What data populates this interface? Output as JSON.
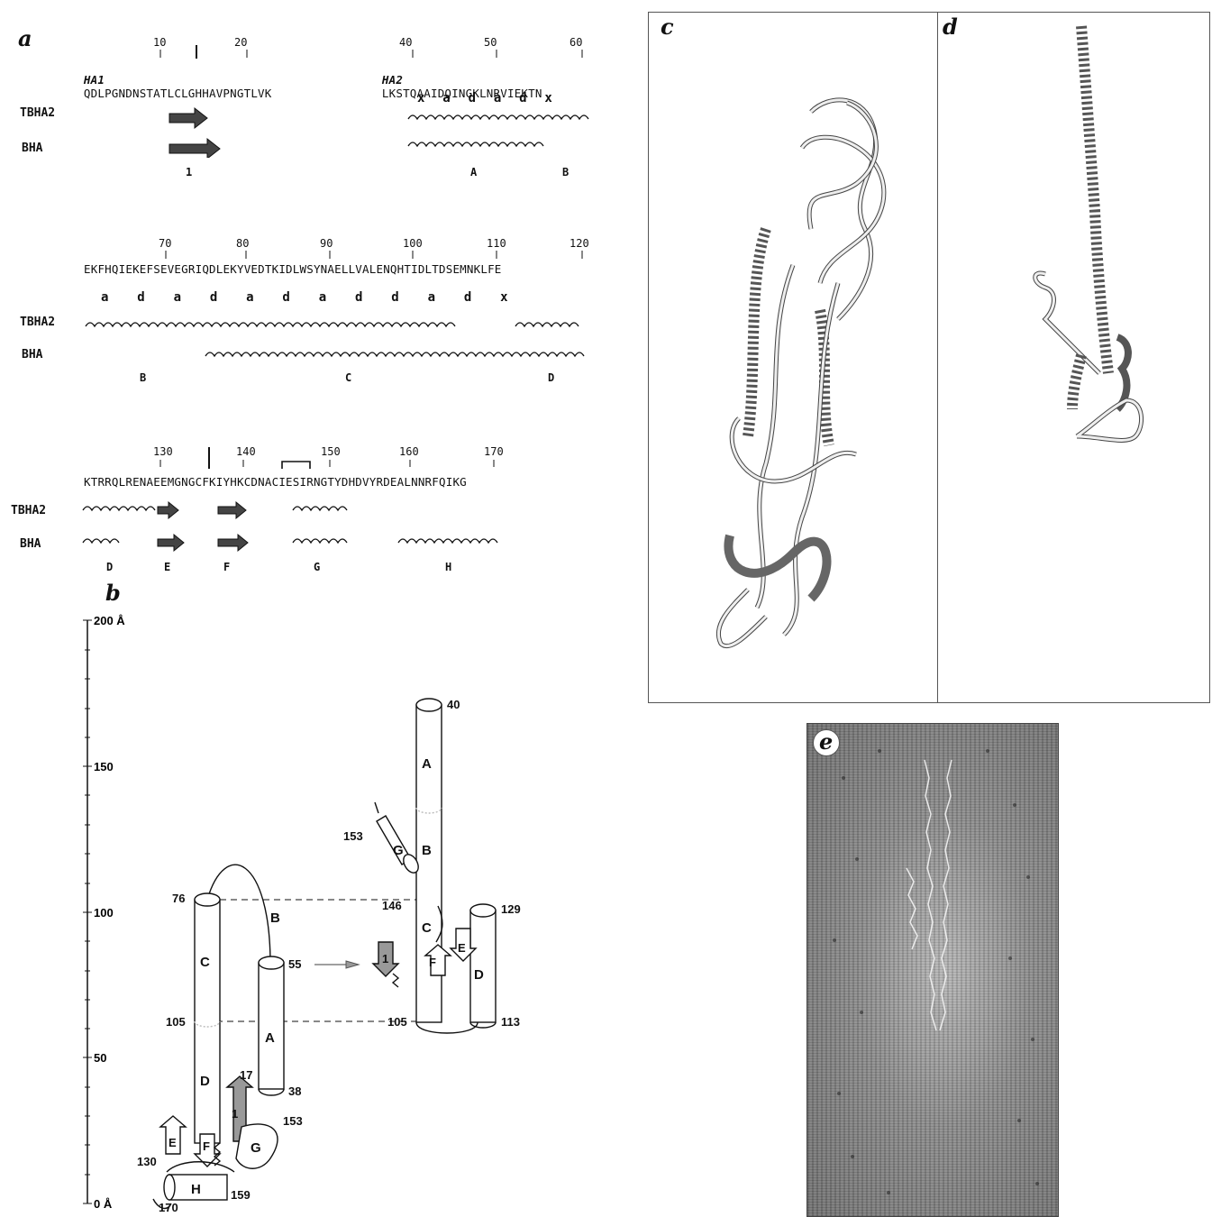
{
  "panel_a": {
    "label": "a",
    "block1": {
      "ha1_label": "HA1",
      "ha1_seq": "QDLPGNDNSTATLCLGHHAVPNGTLVK",
      "ha1_ticks": [
        "10",
        "20"
      ],
      "ha2_label": "HA2",
      "ha2_seq": "LKSTQAAIDQINGKLNRVIEKTN",
      "ha2_ticks": [
        "40",
        "50",
        "60"
      ],
      "heptad": "x  a  d  a  d  x",
      "row1": "TBHA2",
      "row2": "BHA",
      "segments": [
        "1",
        "A",
        "B"
      ]
    },
    "block2": {
      "ticks": [
        "70",
        "80",
        "90",
        "100",
        "110",
        "120"
      ],
      "seq": "EKFHQIEKEFSEVEGRIQDLEKYVEDTKIDLWSYNAELLVALENQHTIDLTDSEMNKLFE",
      "heptad": "a  d  a  d  a  d  a  d  d  a  d  x",
      "row1": "TBHA2",
      "row2": "BHA",
      "segments": [
        "B",
        "C",
        "D"
      ]
    },
    "block3": {
      "ticks": [
        "130",
        "140",
        "150",
        "160",
        "170"
      ],
      "seq": "KTRRQLRENAEEMGNGCFKIYHKCDNACIESIRNGTYDHDVYRDEALNNRFQIKG",
      "row1": "TBHA2",
      "row2": "BHA",
      "segments": [
        "D",
        "E",
        "F",
        "G",
        "H"
      ]
    }
  },
  "panel_b": {
    "label": "b",
    "axis_ticks": [
      "200 Å",
      "150",
      "100",
      "50",
      "0 Å"
    ],
    "left_labels": {
      "n76": "76",
      "n105": "105",
      "n55": "55",
      "n38": "38",
      "n17": "17",
      "n153": "153",
      "n130": "130",
      "n170": "170",
      "n159": "159",
      "C": "C",
      "D": "D",
      "A": "A",
      "B": "B",
      "E": "E",
      "F": "F",
      "one": "1",
      "G": "G",
      "H": "H"
    },
    "right_labels": {
      "n40": "40",
      "n153": "153",
      "n146": "146",
      "n129": "129",
      "n105": "105",
      "n113": "113",
      "A": "A",
      "B": "B",
      "G": "G",
      "C": "C",
      "E": "E",
      "F": "F",
      "one": "1",
      "D": "D"
    }
  },
  "panel_c": {
    "label": "c"
  },
  "panel_d": {
    "label": "d"
  },
  "panel_e": {
    "label": "e"
  }
}
